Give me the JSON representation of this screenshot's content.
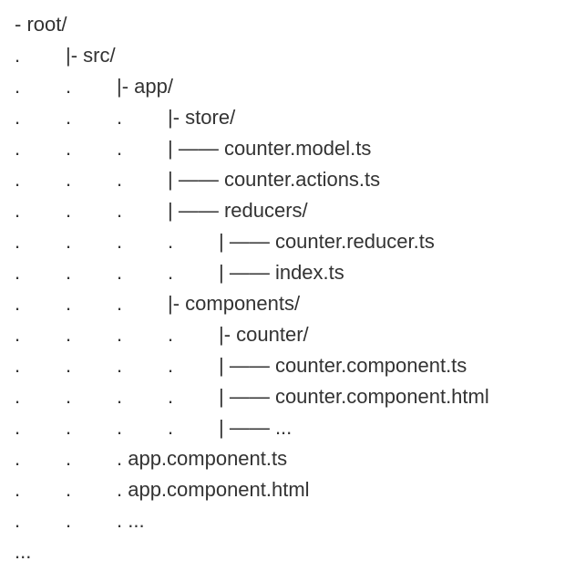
{
  "tree": {
    "lines": [
      {
        "dots": 0,
        "text": "- root/"
      },
      {
        "dots": 1,
        "text": "|- src/"
      },
      {
        "dots": 2,
        "text": "|- app/"
      },
      {
        "dots": 3,
        "text": "|- store/"
      },
      {
        "dots": 3,
        "text": "| —— counter.model.ts"
      },
      {
        "dots": 3,
        "text": "| —— counter.actions.ts"
      },
      {
        "dots": 3,
        "text": "| —— reducers/"
      },
      {
        "dots": 4,
        "text": "| —— counter.reducer.ts"
      },
      {
        "dots": 4,
        "text": "| —— index.ts"
      },
      {
        "dots": 3,
        "text": "|- components/"
      },
      {
        "dots": 4,
        "text": "|- counter/"
      },
      {
        "dots": 4,
        "text": "| —— counter.component.ts"
      },
      {
        "dots": 4,
        "text": "| —— counter.component.html"
      },
      {
        "dots": 4,
        "text": "| —— ..."
      },
      {
        "dots": 2,
        "text": ". app.component.ts"
      },
      {
        "dots": 2,
        "text": ". app.component.html"
      },
      {
        "dots": 2,
        "text": ". ..."
      },
      {
        "dots": 0,
        "text": "..."
      }
    ]
  }
}
